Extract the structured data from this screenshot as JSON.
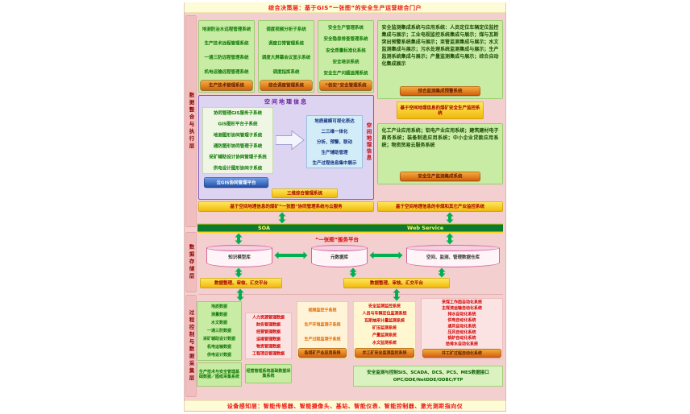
{
  "colors": {
    "background_pink": "#F3CFCF",
    "banner_yellow": "#FEFBD7",
    "banner_text_red": "#EE1111",
    "green_box": "#C9ECA5",
    "orange_button": "#E0821E",
    "yellow_bar": "#F5C828",
    "soa_green": "#0B7B33",
    "purple_box": "#DCD4F0",
    "arrow_green": "#00B050",
    "blue_button": "#3A6CD0",
    "cylinder_border": "#D4649B"
  },
  "banners": {
    "top": "综合决策层：基于GIS“一张图”的安全生产运营综合门户",
    "bottom": "设备感知层：智能传感器、智能摄像头、基站、智能仪表、智能控制器、激光测距指向仪"
  },
  "layers": {
    "layer1_label": "数据整合与执行层",
    "layer2_label": "数据存储层",
    "layer3_label": "过程控制与数据采集层"
  },
  "layer1": {
    "box_production": {
      "items": [
        "地测防治水远程管理系统",
        "生产技术远程管理系统",
        "一通三防远程管理系统",
        "机电运输远程管理系统"
      ],
      "button": "生产技术管理系统"
    },
    "box_dispatch": {
      "items": [
        "调度视频分析子系统",
        "调度日常管理系统",
        "调度大屏幕会议显示系统",
        "调度指挥系统"
      ],
      "button": "综合调度管理系统"
    },
    "box_safety": {
      "items": [
        "安全生产管理系统",
        "安全隐患排查管理系统",
        "安全质量标准化系统",
        "安全培训系统",
        "安全生产问题追溯系统"
      ],
      "button": "“创安”安全管理系统"
    },
    "box_monitor": {
      "text": "安全监测集成系统与应用系统：人员定位车辆定位监控集成与展示；工业电视监控系统集成与展示；煤与瓦斯突出预警系统集成与展示；束管监测集成与展示；水文监测集成与展示；污水处理系统监测集成与展示；生产监测系统集成与展示；产量监测集成与展示；综合自动化集成展示",
      "button": "综合监测集成预警系统",
      "bar": "基于空间地理信息的煤矿安全生产监控系统"
    },
    "gis": {
      "title": "空间地理信息",
      "left_items": [
        "协同管理GIS服务子系统",
        "GIS图形平台子系统",
        "地测图形协同管理子系统",
        "通防图形协同管理子系统",
        "采矿辅助设计协同管理子系统",
        "供电设计图形协同子系统"
      ],
      "cloud_button": "云GIS协同管理平台",
      "right_items": [
        "地质建模可视化表达",
        "二三维一体化",
        "分析、预警、联动",
        "生产辅助管理",
        "生产过程信息集中展示"
      ],
      "side_label": "空间地理信息",
      "bottom_button": "三维综合管理系统"
    },
    "box_industry": {
      "text": "化工产业应用系统；铝电产业应用系统；建筑建材电子商务系统；装备制造应用系统；中小企业贷款应用系统；物资贸易云服务系统",
      "button": "安全生产监测集成系统"
    },
    "bar_left": "基于空间地理信息的煤矿“一张图”协同管理系统与云服务",
    "bar_right": "基于空间地理信息的非煤和其它产业监控系统"
  },
  "soa": {
    "left": "SOA",
    "right": "Web Service"
  },
  "layer2": {
    "platform_label": "“一张图”服务平台",
    "cylinders": [
      "知识模型库",
      "元数据库",
      "空间、监测、管理数据仓库"
    ],
    "bars": [
      "数据整理、审核、汇交平台",
      "数据整理、审核、汇交平台"
    ]
  },
  "layer3": {
    "box_tech": {
      "items": [
        "地质数据",
        "测量数据",
        "水文数据",
        "一通三防数据",
        "采矿辅助设计数据",
        "机电运输数据",
        "供电设计数据"
      ]
    },
    "box_tech_bottom": "生产技术与安全管理基础数据／图纸采集系统",
    "box_mgmt": {
      "items": [
        "人力资源管理数据",
        "财务管理数据",
        "经营管理数据",
        "运维管理数据",
        "物资管理数据",
        "工程项目管理数据"
      ]
    },
    "box_mgmt_bottom": "经营管理系统基础数据采集系统",
    "box_video": {
      "items": [
        "视频监控子系统",
        "生产环境监测子系统",
        "生产过程监测子系统"
      ],
      "button": "各煤矿产业应用系统"
    },
    "box_safety_monitor": {
      "items": [
        "安全监测监控系统",
        "人员与车辆定位监测系统",
        "瓦斯抽采计量监测系统",
        "矿压监测系统",
        "产量监测系统",
        "水文监测系统"
      ],
      "button": "井工矿安全监测监控系统"
    },
    "box_auto": {
      "items": [
        "采煤工作面自动化系统",
        "主煤流运输自动化系统",
        "排水自动化系统",
        "供电自动化系统",
        "通风自动化系统",
        "压风自动化系统",
        "锅炉自动化系统",
        "给排水自动化系统"
      ],
      "button": "井工矿过程自动化系统"
    },
    "interface_bar": {
      "line1": "安全监测与控制SIS、SCADA、DCS、PCS、MES数据接口",
      "line2": "OPC/DDE/NetDDE/ODBC/FTP"
    }
  }
}
